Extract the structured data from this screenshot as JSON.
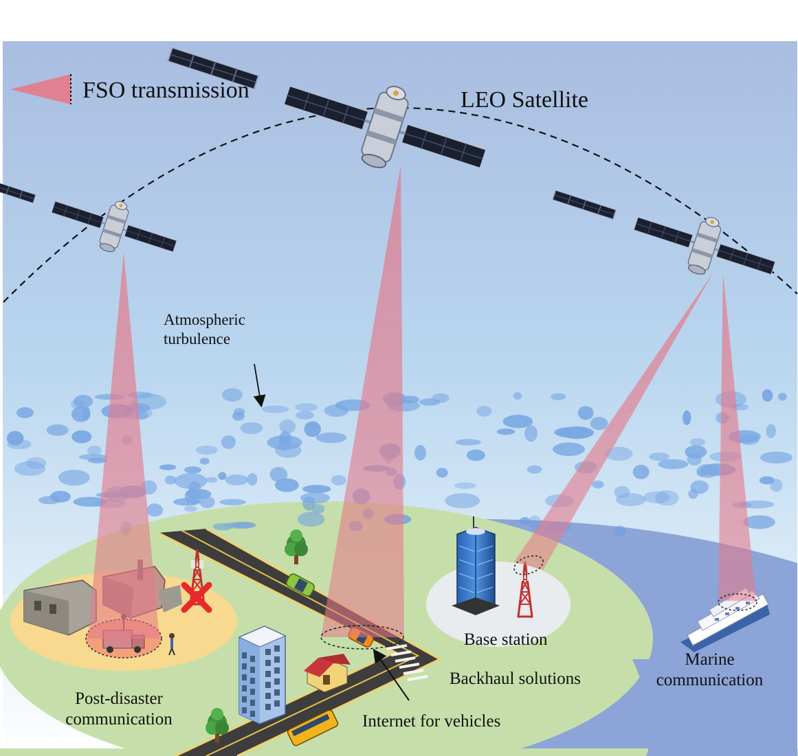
{
  "legend": {
    "fso_label": "FSO transmission",
    "beam_color": "#e47a8a"
  },
  "satellite_label": "LEO Satellite",
  "atmosphere": {
    "label_line1": "Atmospheric",
    "label_line2": "turbulence"
  },
  "applications": {
    "post_disaster_line1": "Post-disaster",
    "post_disaster_line2": "communication",
    "vehicles": "Internet for vehicles",
    "backhaul": "Backhaul solutions",
    "base_station": "Base station",
    "marine_line1": "Marine",
    "marine_line2": "communication"
  },
  "colors": {
    "sky_top": "#a9bde0",
    "sky_bottom": "#ffffff",
    "ground": "#c6dfaa",
    "sea": "#8ca4d8",
    "turbulence": "#6c9ee0",
    "beam": "#e47a8a",
    "disaster_zone": "#fbd88e",
    "fail_mark": "#e8292b"
  }
}
